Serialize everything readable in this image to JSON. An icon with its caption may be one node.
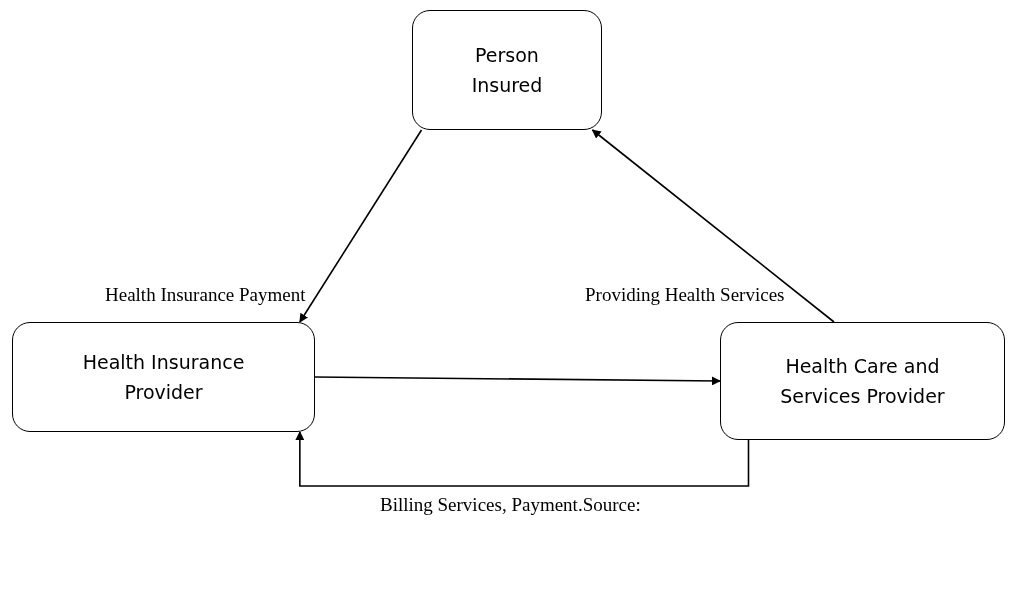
{
  "diagram": {
    "nodes": [
      {
        "text": [
          "Person Insured"
        ]
      },
      {
        "text": [
          "Health Insurance Provider"
        ]
      },
      {
        "text": [
          "Health Care and Services Provider"
        ]
      }
    ],
    "edges": [
      {
        "from": 0,
        "to": 1,
        "arrow": "to",
        "label": "Health Insurance Payment"
      },
      {
        "from": 2,
        "to": 0,
        "arrow": "to",
        "label": "Providing Health Services"
      },
      {
        "from": 1,
        "to": 2,
        "arrow": "to"
      },
      {
        "from": 2,
        "to": 1,
        "arrow": "to",
        "label": "Billing Services, Payment.Source:"
      }
    ]
  }
}
